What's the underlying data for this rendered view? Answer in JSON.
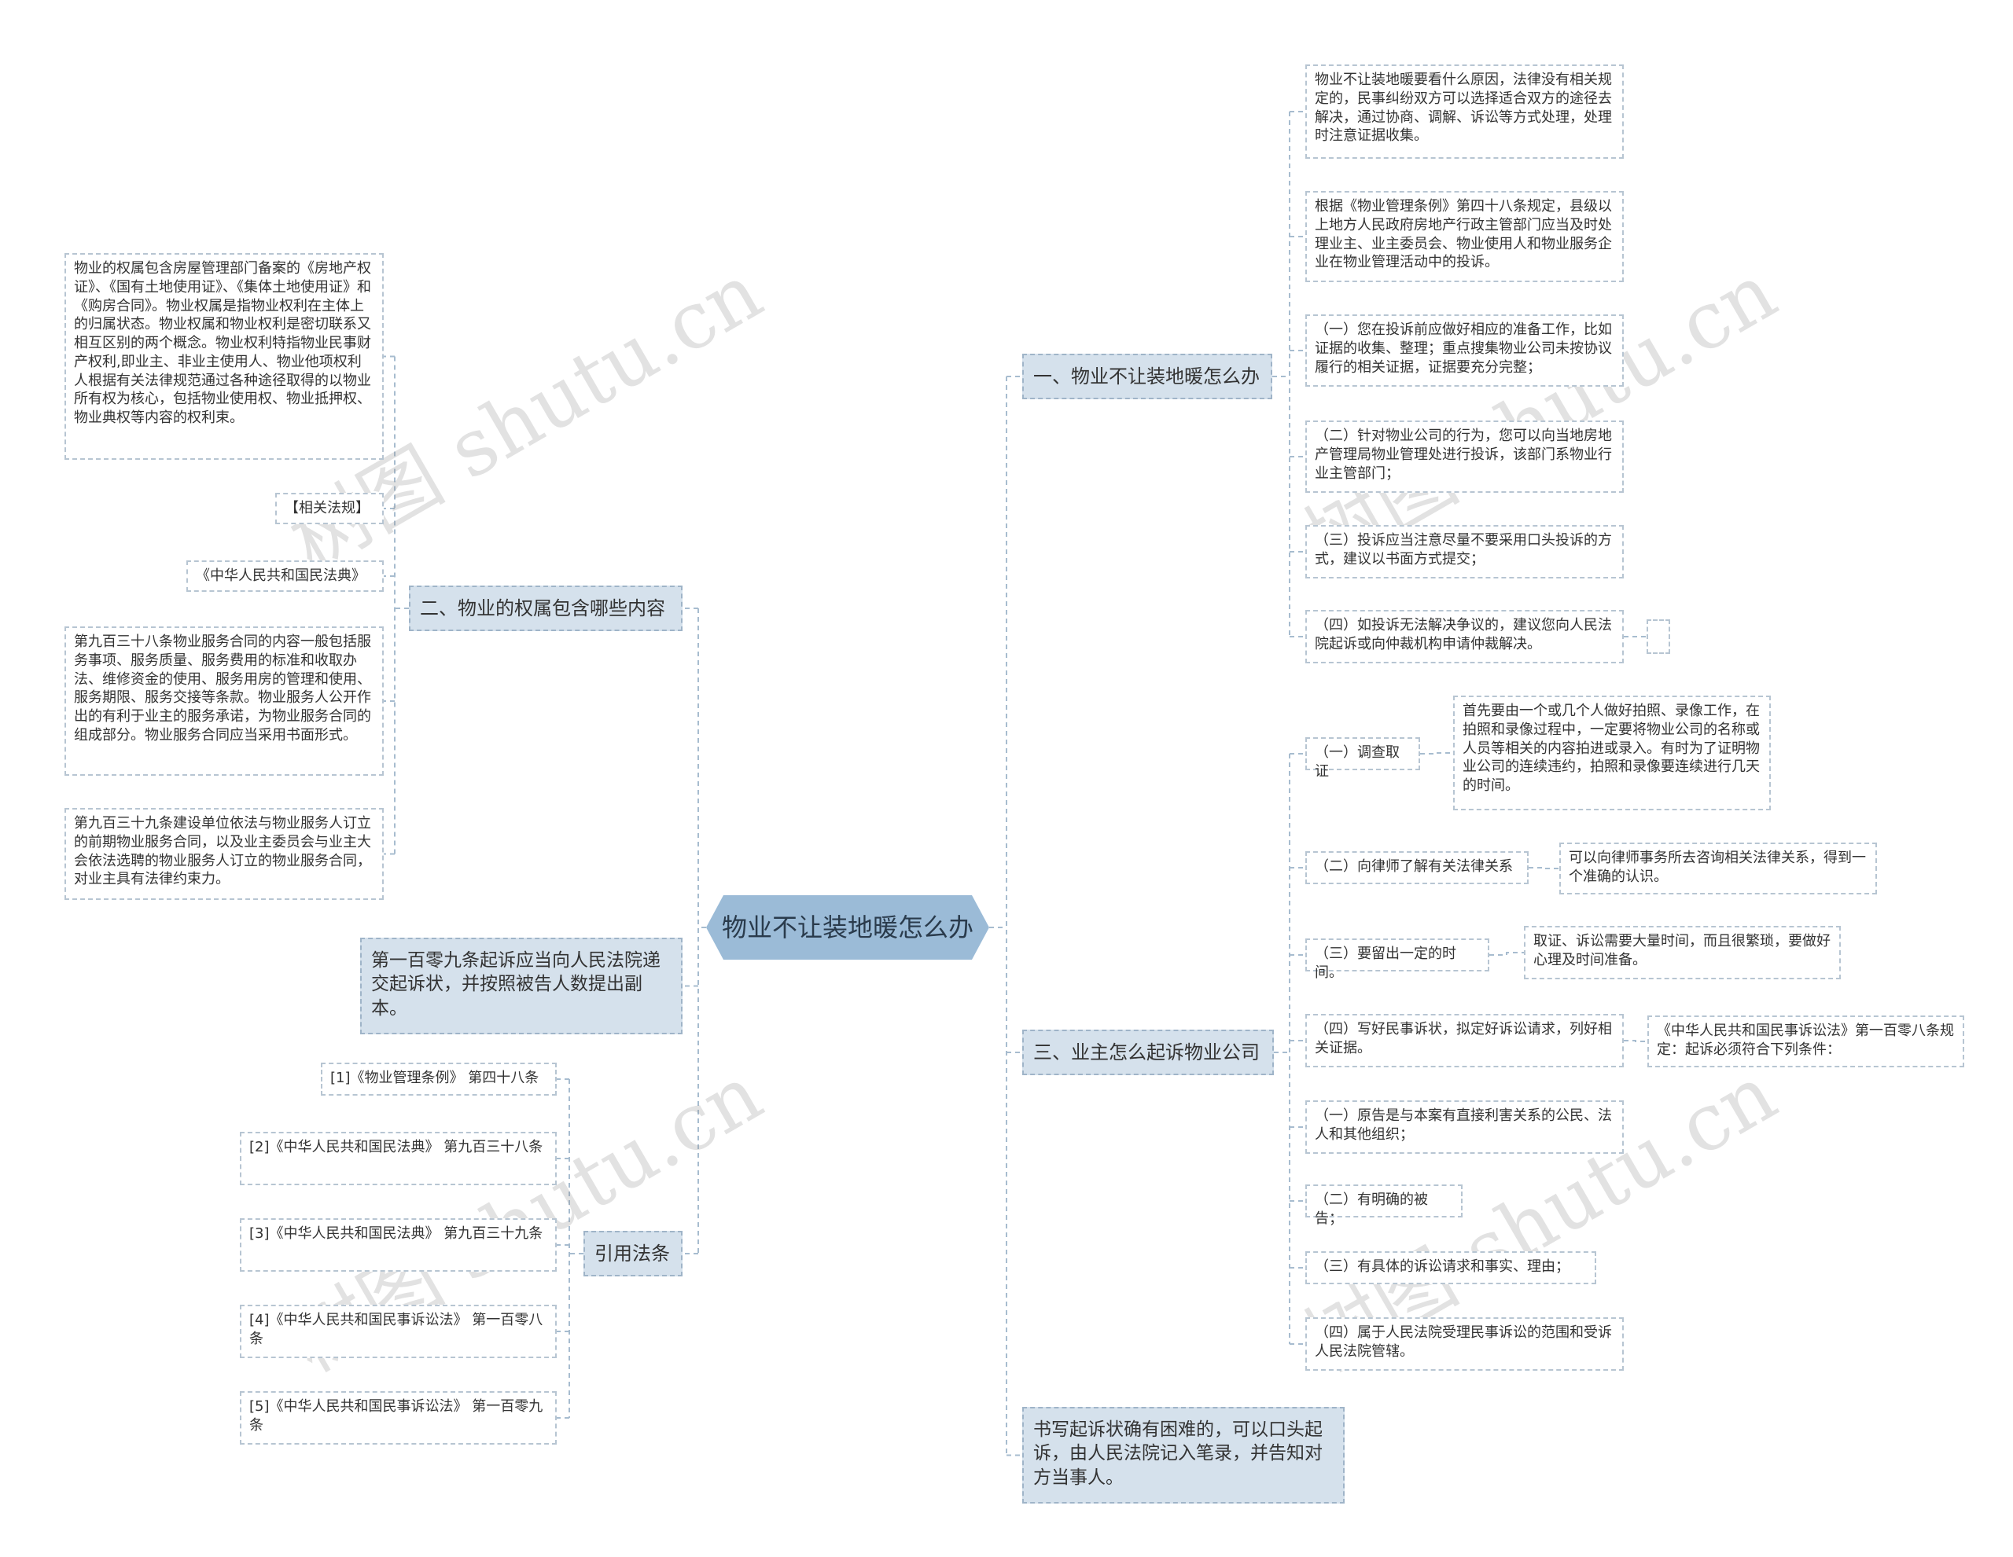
{
  "root": "物业不让装地暖怎么办",
  "watermark": "树图 shutu.cn",
  "branches": {
    "b1": "一、物业不让装地暖怎么办",
    "b2": "二、物业的权属包含哪些内容",
    "b3": "三、业主怎么起诉物业公司",
    "b4": "第一百零九条起诉应当向人民法院递交起诉状，并按照被告人数提出副本。",
    "b5": "书写起诉状确有困难的，可以口头起诉，由人民法院记入笔录，并告知对方当事人。",
    "b6": "引用法条"
  },
  "b1_items": [
    "物业不让装地暖要看什么原因，法律没有相关规定的，民事纠纷双方可以选择适合双方的途径去解决，通过协商、调解、诉讼等方式处理，处理时注意证据收集。",
    "根据《物业管理条例》第四十八条规定，县级以上地方人民政府房地产行政主管部门应当及时处理业主、业主委员会、物业使用人和物业服务企业在物业管理活动中的投诉。",
    "（一）您在投诉前应做好相应的准备工作，比如证据的收集、整理；重点搜集物业公司未按协议履行的相关证据，证据要充分完整；",
    "（二）针对物业公司的行为，您可以向当地房地产管理局物业管理处进行投诉，该部门系物业行业主管部门；",
    "（三）投诉应当注意尽量不要采用口头投诉的方式，建议以书面方式提交；",
    "（四）如投诉无法解决争议的，建议您向人民法院起诉或向仲裁机构申请仲裁解决。"
  ],
  "b2_items": [
    "物业的权属包含房屋管理部门备案的《房地产权证》、《国有土地使用证》、《集体土地使用证》和《购房合同》。物业权属是指物业权利在主体上的归属状态。物业权属和物业权利是密切联系又相互区别的两个概念。物业权利特指物业民事财产权利,即业主、非业主使用人、物业他项权利人根据有关法律规范通过各种途径取得的以物业所有权为核心，包括物业使用权、物业抵押权、物业典权等内容的权利束。",
    "【相关法规】",
    "《中华人民共和国民法典》",
    "第九百三十八条物业服务合同的内容一般包括服务事项、服务质量、服务费用的标准和收取办法、维修资金的使用、服务用房的管理和使用、服务期限、服务交接等条款。物业服务人公开作出的有利于业主的服务承诺，为物业服务合同的组成部分。物业服务合同应当采用书面形式。",
    "第九百三十九条建设单位依法与物业服务人订立的前期物业服务合同，以及业主委员会与业主大会依法选聘的物业服务人订立的物业服务合同，对业主具有法律约束力。"
  ],
  "b3_items": [
    "（一）调查取证",
    "（二）向律师了解有关法律关系",
    "（三）要留出一定的时间。",
    "（四）写好民事诉状，拟定好诉讼请求，列好相关证据。",
    "（一）原告是与本案有直接利害关系的公民、法人和其他组织；",
    "（二）有明确的被告；",
    "（三）有具体的诉讼请求和事实、理由；",
    "（四）属于人民法院受理民事诉讼的范围和受诉人民法院管辖。"
  ],
  "b3_details": [
    "首先要由一个或几个人做好拍照、录像工作，在拍照和录像过程中，一定要将物业公司的名称或人员等相关的内容拍进或录入。有时为了证明物业公司的连续违约，拍照和录像要连续进行几天的时间。",
    "可以向律师事务所去咨询相关法律关系，得到一个准确的认识。",
    "取证、诉讼需要大量时间，而且很繁琐，要做好心理及时间准备。",
    "《中华人民共和国民事诉讼法》第一百零八条规定：起诉必须符合下列条件："
  ],
  "b6_items": [
    "[1]《物业管理条例》 第四十八条",
    "[2]《中华人民共和国民法典》 第九百三十八条",
    "[3]《中华人民共和国民法典》 第九百三十九条",
    "[4]《中华人民共和国民事诉讼法》 第一百零八条",
    "[5]《中华人民共和国民事诉讼法》 第一百零九条"
  ]
}
